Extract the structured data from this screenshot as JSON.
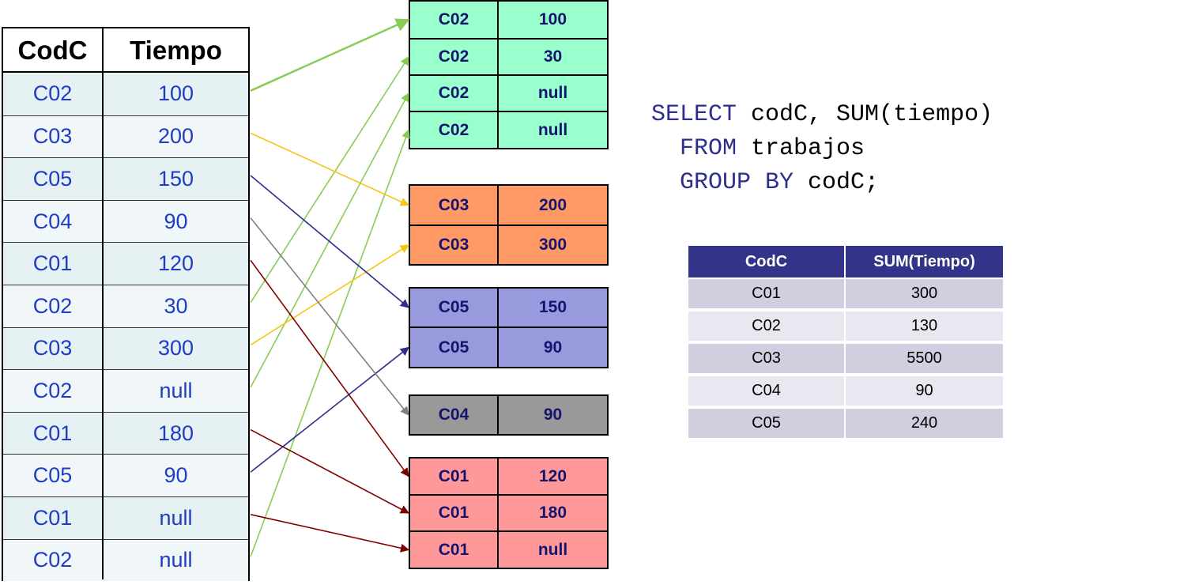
{
  "source_table": {
    "headers": [
      "CodC",
      "Tiempo"
    ],
    "rows": [
      {
        "codc": "C02",
        "tiempo": "100"
      },
      {
        "codc": "C03",
        "tiempo": "200"
      },
      {
        "codc": "C05",
        "tiempo": "150"
      },
      {
        "codc": "C04",
        "tiempo": "90"
      },
      {
        "codc": "C01",
        "tiempo": "120"
      },
      {
        "codc": "C02",
        "tiempo": "30"
      },
      {
        "codc": "C03",
        "tiempo": "300"
      },
      {
        "codc": "C02",
        "tiempo": "null"
      },
      {
        "codc": "C01",
        "tiempo": "180"
      },
      {
        "codc": "C05",
        "tiempo": "90"
      },
      {
        "codc": "C01",
        "tiempo": "null"
      },
      {
        "codc": "C02",
        "tiempo": "null"
      }
    ]
  },
  "groups": [
    {
      "codc": "C02",
      "color": "#99ffcc",
      "rows": [
        [
          "C02",
          "100"
        ],
        [
          "C02",
          "30"
        ],
        [
          "C02",
          "null"
        ],
        [
          "C02",
          "null"
        ]
      ]
    },
    {
      "codc": "C03",
      "color": "#ff9966",
      "rows": [
        [
          "C03",
          "200"
        ],
        [
          "C03",
          "300"
        ]
      ]
    },
    {
      "codc": "C05",
      "color": "#9999dd",
      "rows": [
        [
          "C05",
          "150"
        ],
        [
          "C05",
          "90"
        ]
      ]
    },
    {
      "codc": "C04",
      "color": "#999999",
      "rows": [
        [
          "C04",
          "90"
        ]
      ]
    },
    {
      "codc": "C01",
      "color": "#ff9999",
      "rows": [
        [
          "C01",
          "120"
        ],
        [
          "C01",
          "180"
        ],
        [
          "C01",
          "null"
        ]
      ]
    }
  ],
  "arrows": [
    {
      "from_row": 0,
      "group": 0,
      "target": 0,
      "color": "#88cc55"
    },
    {
      "from_row": 5,
      "group": 0,
      "target": 1,
      "color": "#88cc55"
    },
    {
      "from_row": 7,
      "group": 0,
      "target": 2,
      "color": "#88cc55"
    },
    {
      "from_row": 11,
      "group": 0,
      "target": 3,
      "color": "#88cc55"
    },
    {
      "from_row": 1,
      "group": 1,
      "target": 0,
      "color": "#f5c518"
    },
    {
      "from_row": 6,
      "group": 1,
      "target": 1,
      "color": "#f5c518"
    },
    {
      "from_row": 2,
      "group": 2,
      "target": 0,
      "color": "#2e2e8e"
    },
    {
      "from_row": 9,
      "group": 2,
      "target": 1,
      "color": "#2e2e8e"
    },
    {
      "from_row": 3,
      "group": 3,
      "target": 0,
      "color": "#808080"
    },
    {
      "from_row": 4,
      "group": 4,
      "target": 0,
      "color": "#800000"
    },
    {
      "from_row": 8,
      "group": 4,
      "target": 1,
      "color": "#800000"
    },
    {
      "from_row": 10,
      "group": 4,
      "target": 2,
      "color": "#800000"
    }
  ],
  "sql": {
    "line1_kw": "SELECT",
    "line1_rest": " codC, SUM(tiempo)",
    "line2_kw": "FROM",
    "line2_rest": " trabajos",
    "line3_kw": "GROUP BY",
    "line3_rest": " codC;"
  },
  "result_table": {
    "headers": [
      "CodC",
      "SUM(Tiempo)"
    ],
    "rows": [
      [
        "C01",
        "300"
      ],
      [
        "C02",
        "130"
      ],
      [
        "C03",
        "5500"
      ],
      [
        "C04",
        "90"
      ],
      [
        "C05",
        "240"
      ]
    ],
    "header_color": "#33338a",
    "row_color_a": "#cfcfdf",
    "row_color_b": "#e8e8f0"
  }
}
